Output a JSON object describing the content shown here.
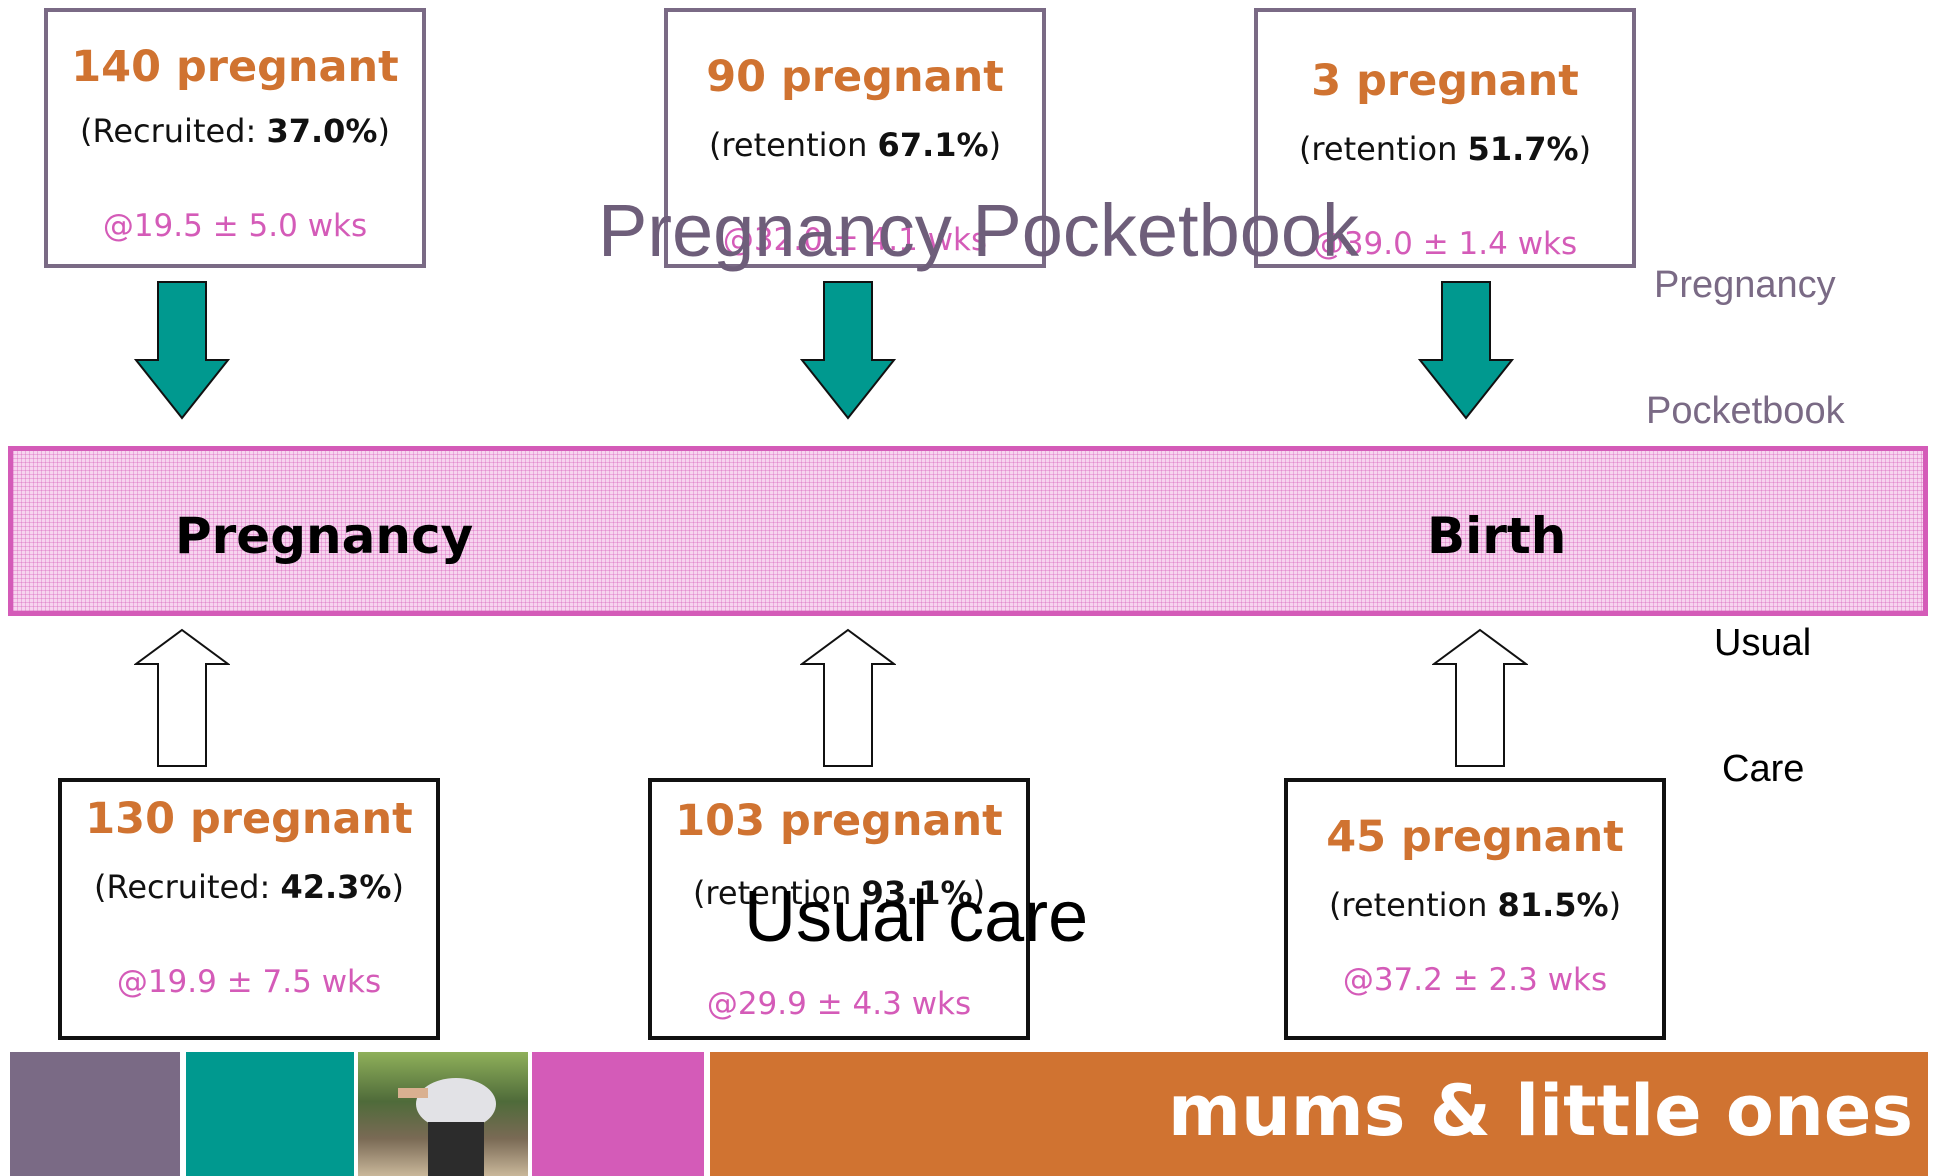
{
  "title_overlay_top": "Pregnancy Pocketbook",
  "title_overlay_bottom": "Usual care",
  "side_labels": {
    "pocketbook_line1": "Pregnancy",
    "pocketbook_line2": "Pocketbook",
    "usual_line1": "Usual",
    "usual_line2": "Care"
  },
  "timeline": {
    "start_label": "Pregnancy",
    "end_label": "Birth"
  },
  "pocketbook_boxes": [
    {
      "count": "140 pregnant",
      "stat_prefix": "(Recruited: ",
      "stat_value": "37.0%",
      "stat_suffix": ")",
      "weeks": "@19.5  ± 5.0 wks"
    },
    {
      "count": "90 pregnant",
      "stat_prefix": "(retention ",
      "stat_value": "67.1%",
      "stat_suffix": ")",
      "weeks": "@32.0 ± 4.1 wks"
    },
    {
      "count": "3 pregnant",
      "stat_prefix": "(retention ",
      "stat_value": "51.7%",
      "stat_suffix": ")",
      "weeks": "@39.0 ± 1.4 wks"
    }
  ],
  "usual_boxes": [
    {
      "count": "130 pregnant",
      "stat_prefix": "(Recruited: ",
      "stat_value": "42.3%",
      "stat_suffix": ")",
      "weeks": "@19.9  ± 7.5 wks"
    },
    {
      "count": "103 pregnant",
      "stat_prefix": "(retention ",
      "stat_value": "93.1%",
      "stat_suffix": ")",
      "weeks": "@29.9 ± 4.3 wks"
    },
    {
      "count": "45 pregnant",
      "stat_prefix": "(retention ",
      "stat_value": "81.5%",
      "stat_suffix": ")",
      "weeks": "@37.2 ± 2.3 wks"
    }
  ],
  "footer": {
    "brand": "mums & little ones",
    "colors": {
      "purple": "#7a6a85",
      "teal": "#00998f",
      "pink": "#d45bb8",
      "orange": "#d07331"
    }
  },
  "colors": {
    "box_border_pocketbook": "#7a6a85",
    "box_border_usual": "#111111",
    "count_text": "#d07331",
    "weeks_text": "#d45bb8",
    "arrow_fill_pocketbook": "#00998f",
    "timeline_border": "#d45bb8"
  }
}
